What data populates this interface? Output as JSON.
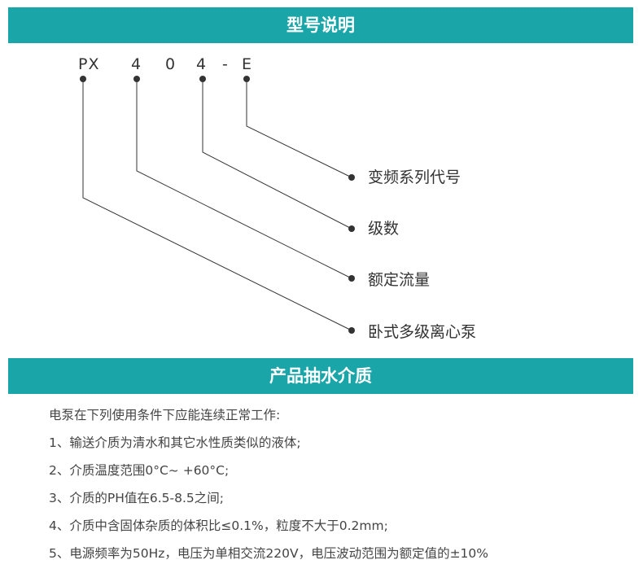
{
  "section1": {
    "title": "型号说明"
  },
  "model_code": {
    "parts": [
      "PX",
      "4",
      "0",
      "4",
      "-",
      "E"
    ]
  },
  "legend": {
    "items": [
      {
        "label": "变频系列代号"
      },
      {
        "label": "级数"
      },
      {
        "label": "额定流量"
      },
      {
        "label": "卧式多级离心泵"
      }
    ]
  },
  "section2": {
    "title": "产品抽水介质"
  },
  "media": {
    "intro": "电泵在下列使用条件下应能连续正常工作:",
    "items": [
      "1、输送介质为清水和其它水性质类似的液体;",
      "2、介质温度范围0°C~ +60°C;",
      "3、介质的PH值在6.5-8.5之间;",
      "4、介质中含固体杂质的体积比≤0.1%，粒度不大于0.2mm;",
      "5、电源频率为50Hz，电压为单相交流220V，电压波动范围为额定值的±10%"
    ]
  },
  "colors": {
    "banner": "#1aa6a8",
    "text": "#333333",
    "line": "#333333"
  }
}
